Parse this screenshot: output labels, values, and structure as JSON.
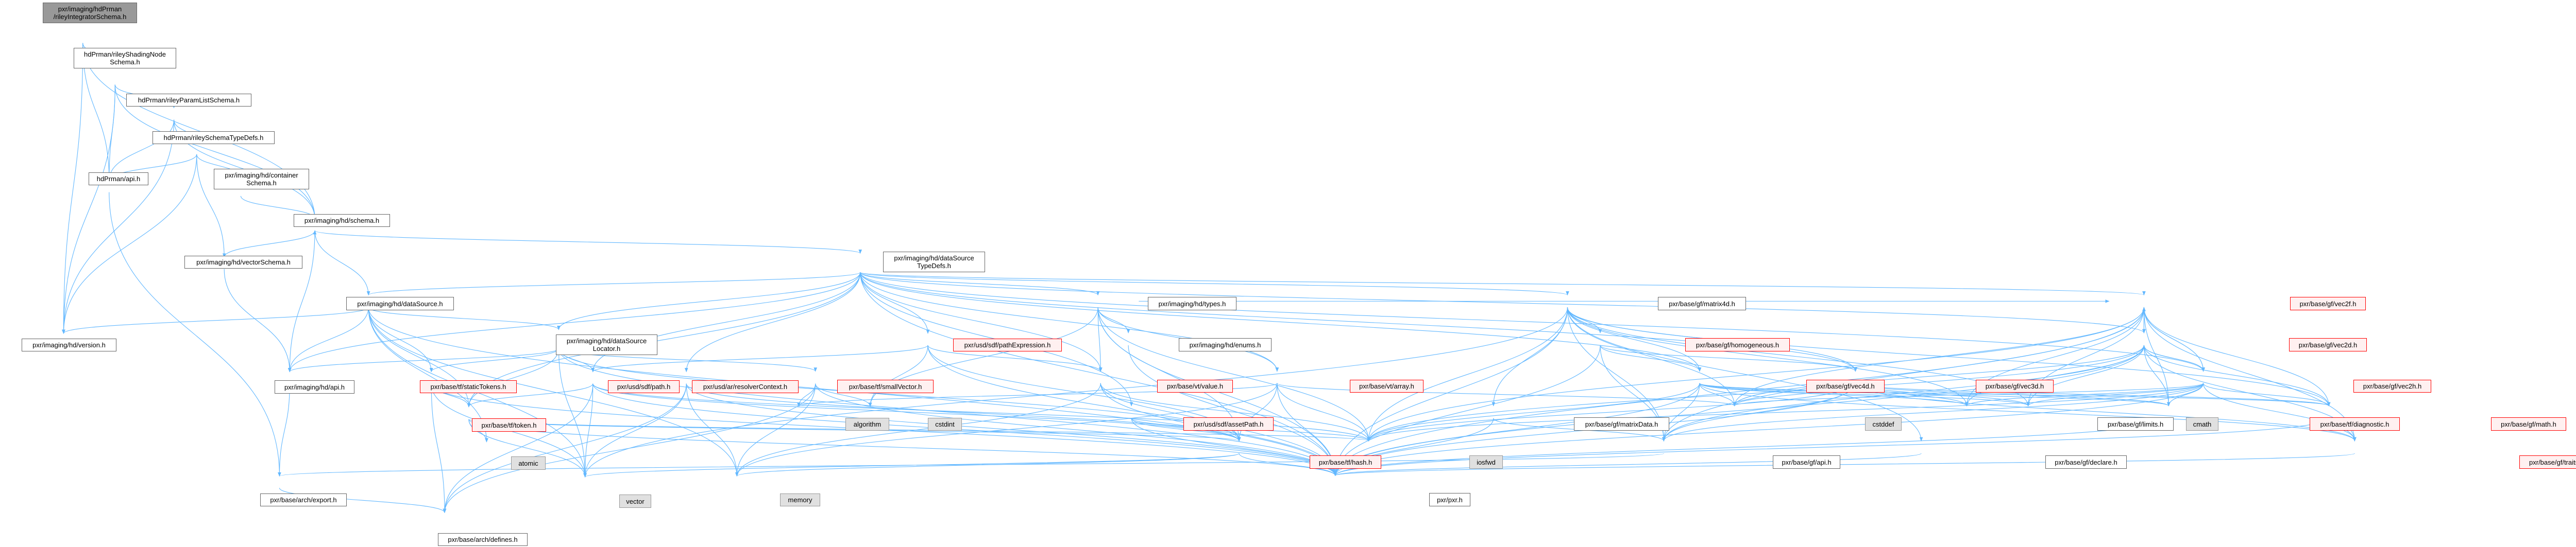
{
  "graph": {
    "title": "pxr/imaging/hdPrman/rileyIntegratorSchema.h include dependency graph",
    "colors": {
      "edge": "#63b8ff",
      "root_fill": "#999999",
      "red_border": "#ff0000",
      "red_fill": "#fff0f0",
      "sys_fill": "#e0e0e0"
    },
    "nodes": [
      {
        "id": "n0",
        "label": "pxr/imaging/hdPrman\n/rileyIntegratorSchema.h",
        "kind": "root"
      },
      {
        "id": "n1",
        "label": "hdPrman/rileyShadingNode\nSchema.h",
        "kind": "normal"
      },
      {
        "id": "n2",
        "label": "hdPrman/rileyParamListSchema.h",
        "kind": "normal"
      },
      {
        "id": "n3",
        "label": "hdPrman/rileySchemaTypeDefs.h",
        "kind": "normal"
      },
      {
        "id": "n4",
        "label": "hdPrman/api.h",
        "kind": "normal"
      },
      {
        "id": "n5",
        "label": "pxr/imaging/hd/container\nSchema.h",
        "kind": "normal"
      },
      {
        "id": "n6",
        "label": "pxr/imaging/hd/schema.h",
        "kind": "normal"
      },
      {
        "id": "n7",
        "label": "pxr/imaging/hd/vectorSchema.h",
        "kind": "normal"
      },
      {
        "id": "n8",
        "label": "pxr/imaging/hd/dataSource\nTypeDefs.h",
        "kind": "normal"
      },
      {
        "id": "n9",
        "label": "pxr/imaging/hd/version.h",
        "kind": "normal"
      },
      {
        "id": "n10",
        "label": "pxr/imaging/hd/dataSource.h",
        "kind": "normal"
      },
      {
        "id": "n11",
        "label": "pxr/imaging/hd/types.h",
        "kind": "normal"
      },
      {
        "id": "n12",
        "label": "pxr/base/gf/matrix4d.h",
        "kind": "normal"
      },
      {
        "id": "n13",
        "label": "pxr/base/gf/vec2f.h",
        "kind": "red"
      },
      {
        "id": "n14",
        "label": "pxr/imaging/hd/dataSource\nLocator.h",
        "kind": "normal"
      },
      {
        "id": "n15",
        "label": "pxr/usd/sdf/pathExpression.h",
        "kind": "red"
      },
      {
        "id": "n16",
        "label": "pxr/imaging/hd/enums.h",
        "kind": "normal"
      },
      {
        "id": "n17",
        "label": "pxr/base/gf/homogeneous.h",
        "kind": "red"
      },
      {
        "id": "n18",
        "label": "pxr/base/gf/vec2d.h",
        "kind": "red"
      },
      {
        "id": "n19",
        "label": "pxr/imaging/hd/api.h",
        "kind": "normal"
      },
      {
        "id": "n20",
        "label": "pxr/base/tf/staticTokens.h",
        "kind": "red"
      },
      {
        "id": "n21",
        "label": "pxr/usd/sdf/path.h",
        "kind": "red"
      },
      {
        "id": "n22",
        "label": "pxr/usd/ar/resolverContext.h",
        "kind": "red"
      },
      {
        "id": "n23",
        "label": "pxr/base/tf/smallVector.h",
        "kind": "red"
      },
      {
        "id": "n24",
        "label": "pxr/base/vt/value.h",
        "kind": "red"
      },
      {
        "id": "n25",
        "label": "pxr/base/vt/array.h",
        "kind": "red"
      },
      {
        "id": "n26",
        "label": "pxr/base/gf/vec4d.h",
        "kind": "red"
      },
      {
        "id": "n27",
        "label": "pxr/base/gf/vec3d.h",
        "kind": "red"
      },
      {
        "id": "n28",
        "label": "pxr/base/gf/vec2h.h",
        "kind": "red"
      },
      {
        "id": "n29",
        "label": "pxr/base/tf/token.h",
        "kind": "red"
      },
      {
        "id": "n30",
        "label": "algorithm",
        "kind": "sys"
      },
      {
        "id": "n31",
        "label": "cstdint",
        "kind": "sys"
      },
      {
        "id": "n32",
        "label": "pxr/usd/sdf/assetPath.h",
        "kind": "red"
      },
      {
        "id": "n33",
        "label": "pxr/base/gf/matrixData.h",
        "kind": "normal"
      },
      {
        "id": "n34",
        "label": "cstddef",
        "kind": "sys"
      },
      {
        "id": "n35",
        "label": "pxr/base/gf/limits.h",
        "kind": "normal"
      },
      {
        "id": "n36",
        "label": "cmath",
        "kind": "sys"
      },
      {
        "id": "n37",
        "label": "pxr/base/tf/diagnostic.h",
        "kind": "red"
      },
      {
        "id": "n38",
        "label": "pxr/base/gf/math.h",
        "kind": "red"
      },
      {
        "id": "n39",
        "label": "atomic",
        "kind": "sys"
      },
      {
        "id": "n40",
        "label": "pxr/base/tf/hash.h",
        "kind": "red"
      },
      {
        "id": "n41",
        "label": "iosfwd",
        "kind": "sys"
      },
      {
        "id": "n42",
        "label": "pxr/base/gf/api.h",
        "kind": "normal"
      },
      {
        "id": "n43",
        "label": "pxr/base/gf/declare.h",
        "kind": "normal"
      },
      {
        "id": "n44",
        "label": "pxr/base/gf/traits.h",
        "kind": "red"
      },
      {
        "id": "n45",
        "label": "pxr/base/arch/export.h",
        "kind": "normal"
      },
      {
        "id": "n46",
        "label": "vector",
        "kind": "sys"
      },
      {
        "id": "n47",
        "label": "memory",
        "kind": "sys"
      },
      {
        "id": "n48",
        "label": "pxr/pxr.h",
        "kind": "normal"
      },
      {
        "id": "n49",
        "label": "pxr/base/arch/defines.h",
        "kind": "normal"
      }
    ],
    "edges": [
      [
        "n0",
        "n1"
      ],
      [
        "n0",
        "n4"
      ],
      [
        "n0",
        "n9"
      ],
      [
        "n0",
        "n6"
      ],
      [
        "n1",
        "n2"
      ],
      [
        "n1",
        "n4"
      ],
      [
        "n1",
        "n9"
      ],
      [
        "n1",
        "n6"
      ],
      [
        "n2",
        "n3"
      ],
      [
        "n2",
        "n4"
      ],
      [
        "n2",
        "n9"
      ],
      [
        "n2",
        "n6"
      ],
      [
        "n3",
        "n4"
      ],
      [
        "n3",
        "n5"
      ],
      [
        "n3",
        "n7"
      ],
      [
        "n3",
        "n9"
      ],
      [
        "n5",
        "n6"
      ],
      [
        "n4",
        "n45"
      ],
      [
        "n6",
        "n19"
      ],
      [
        "n6",
        "n8"
      ],
      [
        "n6",
        "n10"
      ],
      [
        "n7",
        "n19"
      ],
      [
        "n7",
        "n6"
      ],
      [
        "n19",
        "n45"
      ],
      [
        "n45",
        "n49"
      ],
      [
        "n10",
        "n9"
      ],
      [
        "n10",
        "n19"
      ],
      [
        "n10",
        "n14"
      ],
      [
        "n10",
        "n39"
      ],
      [
        "n10",
        "n46"
      ],
      [
        "n10",
        "n47"
      ],
      [
        "n10",
        "n29"
      ],
      [
        "n10",
        "n20"
      ],
      [
        "n10",
        "n48"
      ],
      [
        "n8",
        "n10"
      ],
      [
        "n8",
        "n14"
      ],
      [
        "n8",
        "n11"
      ],
      [
        "n8",
        "n15"
      ],
      [
        "n8",
        "n25"
      ],
      [
        "n8",
        "n12"
      ],
      [
        "n8",
        "n13"
      ],
      [
        "n8",
        "n18"
      ],
      [
        "n8",
        "n26"
      ],
      [
        "n8",
        "n27"
      ],
      [
        "n8",
        "n28"
      ],
      [
        "n8",
        "n29"
      ],
      [
        "n8",
        "n21"
      ],
      [
        "n8",
        "n22"
      ],
      [
        "n8",
        "n24"
      ],
      [
        "n8",
        "n32"
      ],
      [
        "n8",
        "n48"
      ],
      [
        "n8",
        "n19"
      ],
      [
        "n14",
        "n19"
      ],
      [
        "n14",
        "n20"
      ],
      [
        "n14",
        "n29"
      ],
      [
        "n14",
        "n21"
      ],
      [
        "n14",
        "n23"
      ],
      [
        "n14",
        "n48"
      ],
      [
        "n14",
        "n40"
      ],
      [
        "n14",
        "n46"
      ],
      [
        "n20",
        "n29"
      ],
      [
        "n20",
        "n49"
      ],
      [
        "n20",
        "n46"
      ],
      [
        "n20",
        "n48"
      ],
      [
        "n29",
        "n39"
      ],
      [
        "n29",
        "n46"
      ],
      [
        "n29",
        "n40"
      ],
      [
        "n29",
        "n48"
      ],
      [
        "n29",
        "n41"
      ],
      [
        "n21",
        "n29"
      ],
      [
        "n21",
        "n46"
      ],
      [
        "n21",
        "n49"
      ],
      [
        "n21",
        "n48"
      ],
      [
        "n21",
        "n40"
      ],
      [
        "n21",
        "n41"
      ],
      [
        "n22",
        "n49"
      ],
      [
        "n22",
        "n46"
      ],
      [
        "n22",
        "n47"
      ],
      [
        "n22",
        "n40"
      ],
      [
        "n22",
        "n48"
      ],
      [
        "n23",
        "n30"
      ],
      [
        "n23",
        "n31"
      ],
      [
        "n23",
        "n47"
      ],
      [
        "n23",
        "n48"
      ],
      [
        "n23",
        "n49"
      ],
      [
        "n15",
        "n21"
      ],
      [
        "n15",
        "n31"
      ],
      [
        "n15",
        "n24"
      ],
      [
        "n15",
        "n48"
      ],
      [
        "n15",
        "n40"
      ],
      [
        "n11",
        "n16"
      ],
      [
        "n11",
        "n24"
      ],
      [
        "n11",
        "n40"
      ],
      [
        "n11",
        "n41"
      ],
      [
        "n11",
        "n31"
      ],
      [
        "n11",
        "n48"
      ],
      [
        "n11",
        "n25"
      ],
      [
        "n11",
        "n13"
      ],
      [
        "n16",
        "n48"
      ],
      [
        "n24",
        "n40"
      ],
      [
        "n24",
        "n41"
      ],
      [
        "n24",
        "n48"
      ],
      [
        "n24",
        "n47"
      ],
      [
        "n25",
        "n48"
      ],
      [
        "n25",
        "n40"
      ],
      [
        "n25",
        "n41"
      ],
      [
        "n25",
        "n34"
      ],
      [
        "n25",
        "n47"
      ],
      [
        "n25",
        "n30"
      ],
      [
        "n32",
        "n40"
      ],
      [
        "n32",
        "n41"
      ],
      [
        "n32",
        "n48"
      ],
      [
        "n40",
        "n48"
      ],
      [
        "n40",
        "n46"
      ],
      [
        "n40",
        "n47"
      ],
      [
        "n12",
        "n17"
      ],
      [
        "n12",
        "n26"
      ],
      [
        "n12",
        "n33"
      ],
      [
        "n12",
        "n42"
      ],
      [
        "n12",
        "n34"
      ],
      [
        "n12",
        "n27"
      ],
      [
        "n12",
        "n35"
      ],
      [
        "n12",
        "n36"
      ],
      [
        "n12",
        "n43"
      ],
      [
        "n12",
        "n38"
      ],
      [
        "n12",
        "n48"
      ],
      [
        "n12",
        "n41"
      ],
      [
        "n12",
        "n46"
      ],
      [
        "n17",
        "n26"
      ],
      [
        "n17",
        "n27"
      ],
      [
        "n17",
        "n42"
      ],
      [
        "n17",
        "n48"
      ],
      [
        "n26",
        "n34"
      ],
      [
        "n26",
        "n42"
      ],
      [
        "n26",
        "n48"
      ],
      [
        "n26",
        "n35"
      ],
      [
        "n26",
        "n36"
      ],
      [
        "n26",
        "n37"
      ],
      [
        "n26",
        "n38"
      ],
      [
        "n26",
        "n44"
      ],
      [
        "n26",
        "n41"
      ],
      [
        "n27",
        "n34"
      ],
      [
        "n27",
        "n42"
      ],
      [
        "n27",
        "n48"
      ],
      [
        "n27",
        "n35"
      ],
      [
        "n27",
        "n36"
      ],
      [
        "n27",
        "n37"
      ],
      [
        "n27",
        "n38"
      ],
      [
        "n27",
        "n44"
      ],
      [
        "n27",
        "n41"
      ],
      [
        "n13",
        "n18"
      ],
      [
        "n13",
        "n28"
      ],
      [
        "n13",
        "n35"
      ],
      [
        "n13",
        "n36"
      ],
      [
        "n13",
        "n42"
      ],
      [
        "n13",
        "n37"
      ],
      [
        "n13",
        "n38"
      ],
      [
        "n13",
        "n44"
      ],
      [
        "n13",
        "n48"
      ],
      [
        "n13",
        "n41"
      ],
      [
        "n13",
        "n34"
      ],
      [
        "n18",
        "n13"
      ],
      [
        "n18",
        "n28"
      ],
      [
        "n18",
        "n35"
      ],
      [
        "n18",
        "n36"
      ],
      [
        "n18",
        "n42"
      ],
      [
        "n18",
        "n37"
      ],
      [
        "n18",
        "n38"
      ],
      [
        "n18",
        "n44"
      ],
      [
        "n18",
        "n48"
      ],
      [
        "n18",
        "n41"
      ],
      [
        "n18",
        "n34"
      ],
      [
        "n28",
        "n18"
      ],
      [
        "n28",
        "n13"
      ],
      [
        "n28",
        "n35"
      ],
      [
        "n28",
        "n36"
      ],
      [
        "n28",
        "n42"
      ],
      [
        "n28",
        "n37"
      ],
      [
        "n28",
        "n38"
      ],
      [
        "n28",
        "n44"
      ],
      [
        "n28",
        "n48"
      ],
      [
        "n28",
        "n41"
      ],
      [
        "n28",
        "n34"
      ],
      [
        "n33",
        "n42"
      ],
      [
        "n33",
        "n48"
      ],
      [
        "n42",
        "n45"
      ],
      [
        "n43",
        "n48"
      ],
      [
        "n37",
        "n48"
      ],
      [
        "n38",
        "n44"
      ],
      [
        "n38",
        "n48"
      ],
      [
        "n44",
        "n48"
      ]
    ]
  }
}
